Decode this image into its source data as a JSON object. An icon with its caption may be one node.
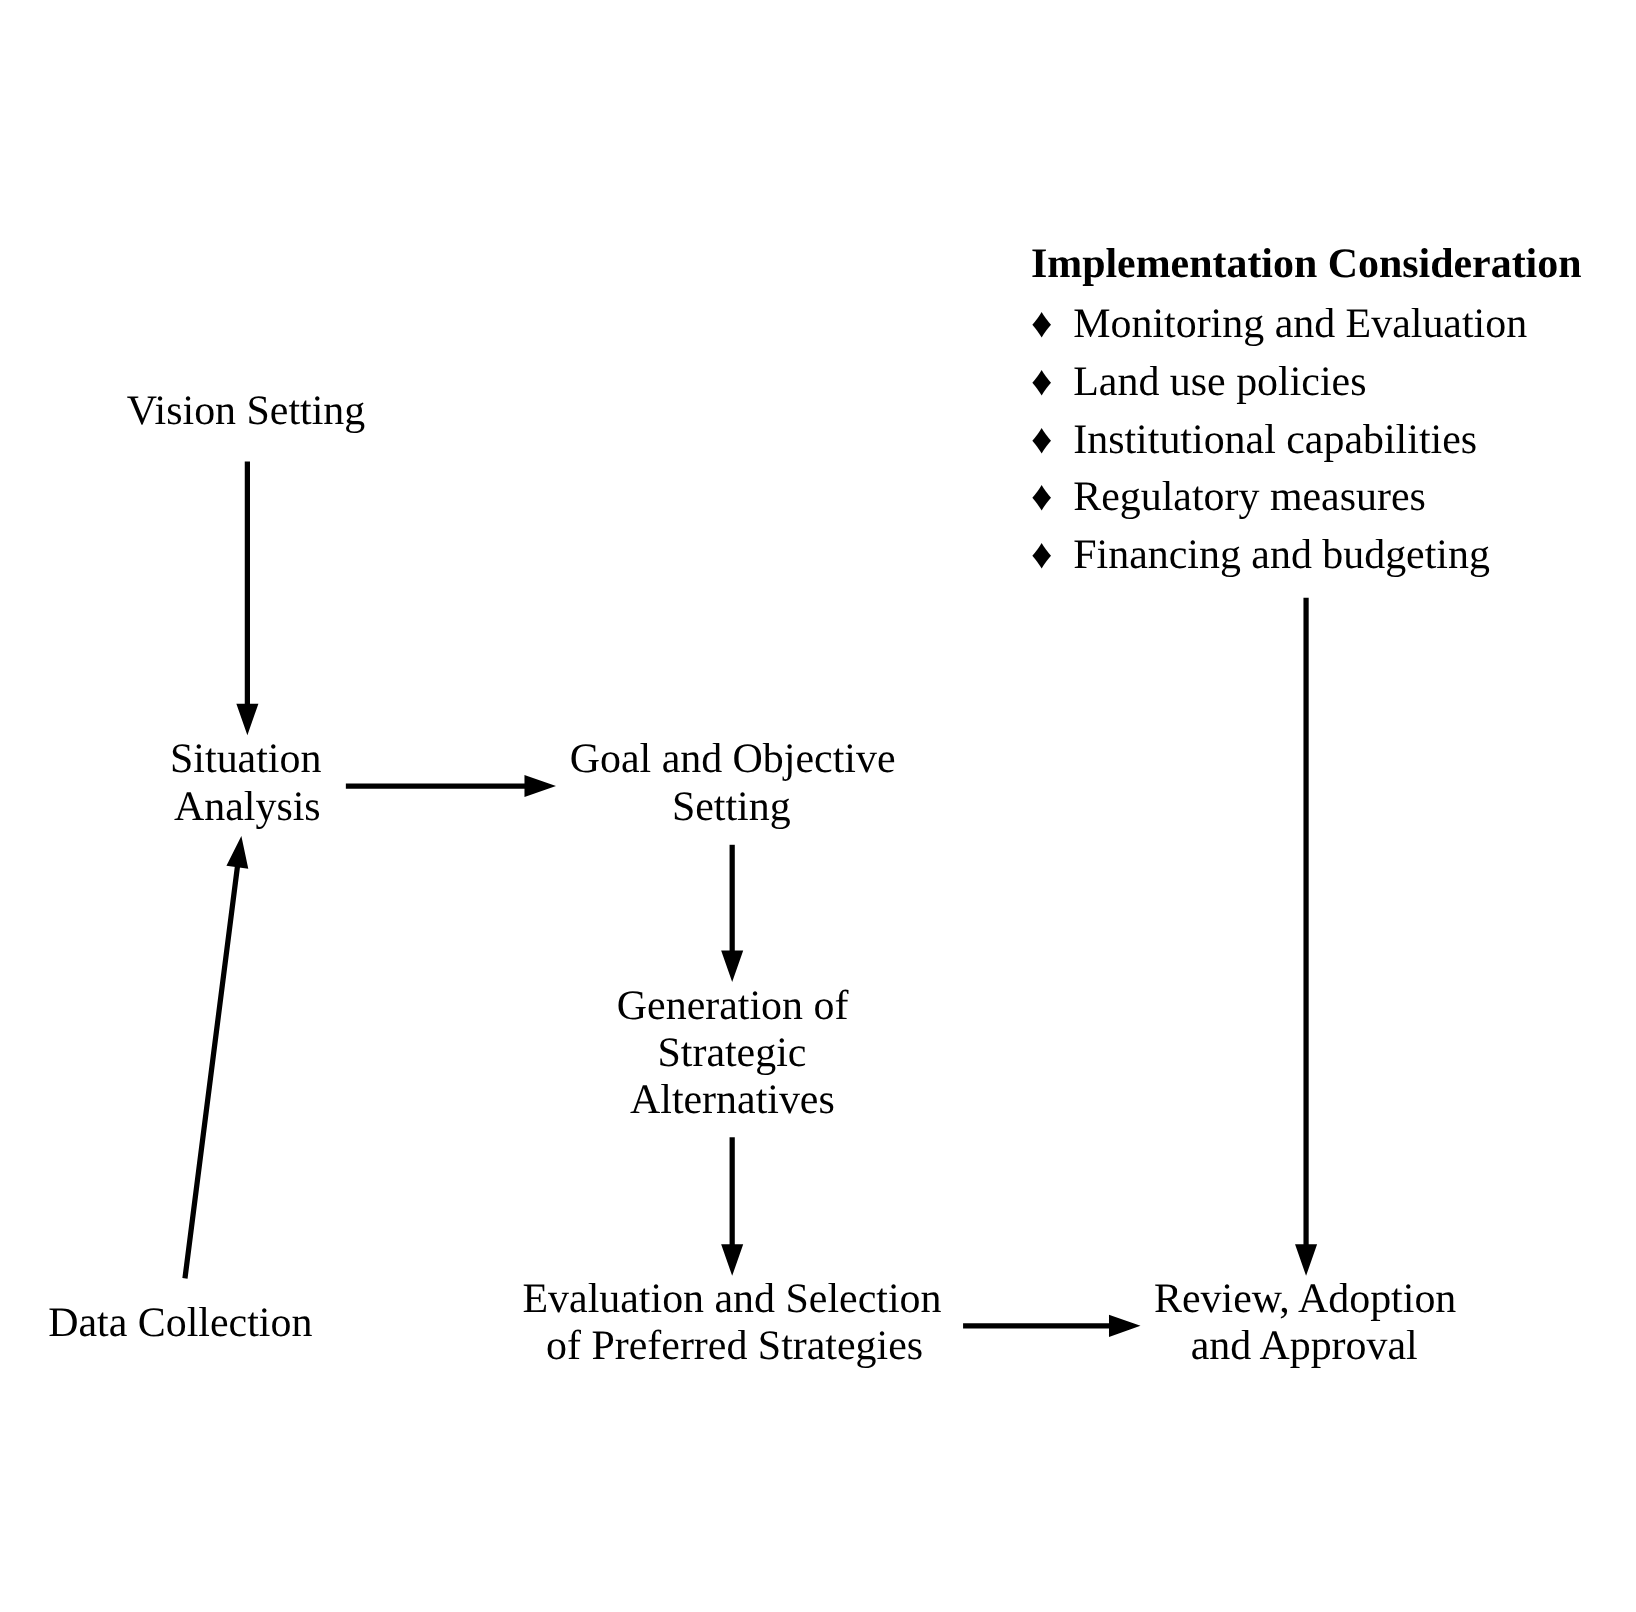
{
  "diagram": {
    "nodes": [
      {
        "text": [
          "Vision Setting"
        ]
      },
      {
        "text": [
          "Situation Analysis"
        ]
      },
      {
        "text": [
          "Goal and Objective Setting"
        ]
      },
      {
        "text": [
          "Generation of Strategic Alternatives"
        ]
      },
      {
        "text": [
          "Data Collection"
        ]
      },
      {
        "text": [
          "Evaluation and Selection of Preferred Strategies"
        ]
      },
      {
        "text": [
          "Implementation Consideration",
          "♦  Monitoring and Evaluation",
          "♦  Land use policies",
          "♦  Institutional capabilities",
          "♦  Regulatory measures",
          "♦  Financing and budgeting"
        ]
      },
      {
        "text": [
          "Review, Adoption and Approval"
        ]
      }
    ],
    "edges": [
      {
        "from": 0,
        "to": 1,
        "arrow": "to"
      },
      {
        "from": 1,
        "to": 2,
        "arrow": "to"
      },
      {
        "from": 2,
        "to": 3,
        "arrow": "to"
      },
      {
        "from": 3,
        "to": 5,
        "arrow": "to"
      },
      {
        "from": 4,
        "to": 1,
        "arrow": "to"
      },
      {
        "from": 5,
        "to": 7,
        "arrow": "to"
      },
      {
        "from": 6,
        "to": 7,
        "arrow": "to"
      }
    ]
  }
}
